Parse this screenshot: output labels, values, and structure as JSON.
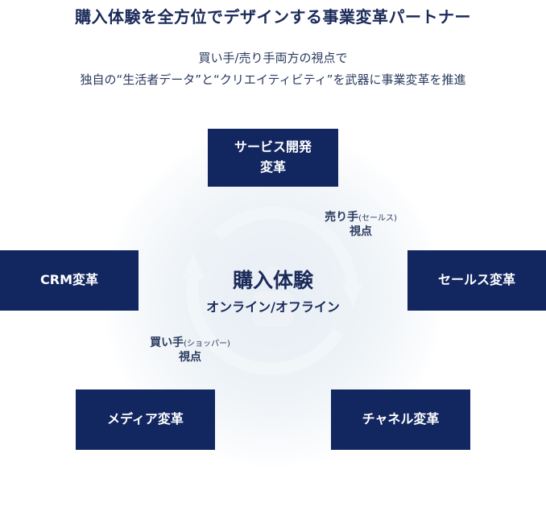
{
  "header": {
    "title": "購入体験を全方位でデザインする事業変革パートナー",
    "subtitle_line1": "買い手/売り手両方の視点で",
    "subtitle_line2": "独自の“生活者データ”と“クリエイティビティ”を武器に事業変革を推進"
  },
  "center": {
    "title": "購入体験",
    "subtitle": "オンライン/オフライン"
  },
  "boxes": {
    "service": {
      "line1": "サービス開発",
      "line2": "変革"
    },
    "crm": {
      "label": "CRM変革"
    },
    "sales": {
      "label": "セールス変革"
    },
    "media": {
      "label": "メディア変革"
    },
    "channel": {
      "label": "チャネル変革"
    }
  },
  "viewpoints": {
    "seller": {
      "main": "売り手",
      "paren": "(セールス)",
      "line2": "視点"
    },
    "buyer": {
      "main": "買い手",
      "paren": "(ショッパー)",
      "line2": "視点"
    }
  },
  "colors": {
    "box_fill": "#122660",
    "text_dark": "#1a2a5a",
    "ring": "#f3f6f9",
    "glow": "#e7eef4"
  },
  "icons": {
    "cycle": "circular-arrows-icon",
    "person": "person-silhouette-icon"
  }
}
